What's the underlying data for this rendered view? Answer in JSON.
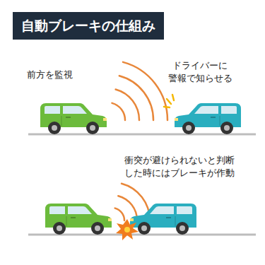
{
  "diagram": {
    "title": "自動ブレーキの仕組み",
    "labels": [
      "前方を監視",
      "ドライバーに 警報で知らせる",
      "衝突が避けられないと判断 した時にはブレーキが作動"
    ]
  }
}
